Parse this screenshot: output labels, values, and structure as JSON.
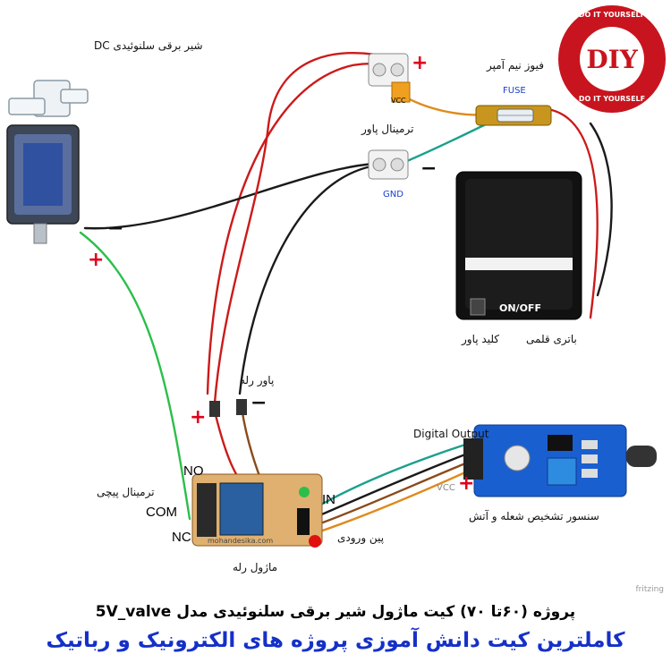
{
  "labels": {
    "valve_title": "شیر برقی سلنوئیدی DC",
    "fuse_title": "فیوز نیم آمپر",
    "fuse_code": "FUSE",
    "power_terminal": "ترمینال پاور",
    "vcc_tag": "VCC",
    "gnd_tag": "GND",
    "battery": "باتری قلمی",
    "power_switch": "کلید پاور",
    "on_off": "ON/OFF",
    "relay_power": "پاور رله",
    "digital_output": "Digital  Output",
    "sensor_vcc": "VCC",
    "sensor_title": "سنسور تشخیص شعله و آتش",
    "screw_terminal": "ترمینال پیچی",
    "no": "NO",
    "com": "COM",
    "nc": "NC",
    "in": "IN",
    "input_pins": "پین ورودی",
    "relay_module": "ماژول رله",
    "relay_brand": "mohandesika.com",
    "plus": "+",
    "minus": "−"
  },
  "badge": {
    "text": "DIY",
    "ring_top": "DO IT YOURSELF",
    "ring_bottom": "DO IT YOURSELF"
  },
  "footer": {
    "line1": "پروژه (۶۰تا ۷۰) کیت ماژول شیر برقی سلنوئیدی مدل 5V_valve",
    "line2": "کاملترین کیت دانش آموزی پروژه های الکترونیک و رباتیک"
  },
  "watermark": "fritzing",
  "colors": {
    "wire_red": "#cc1a1a",
    "wire_black": "#1a1a1a",
    "wire_green": "#2bbf4a",
    "wire_orange": "#e08a1a",
    "wire_teal": "#1aa08c",
    "wire_brown": "#8a4a1a",
    "badge_red": "#c8141e",
    "sensor_blue": "#1a5fcf",
    "footer_blue": "#1530c8"
  }
}
